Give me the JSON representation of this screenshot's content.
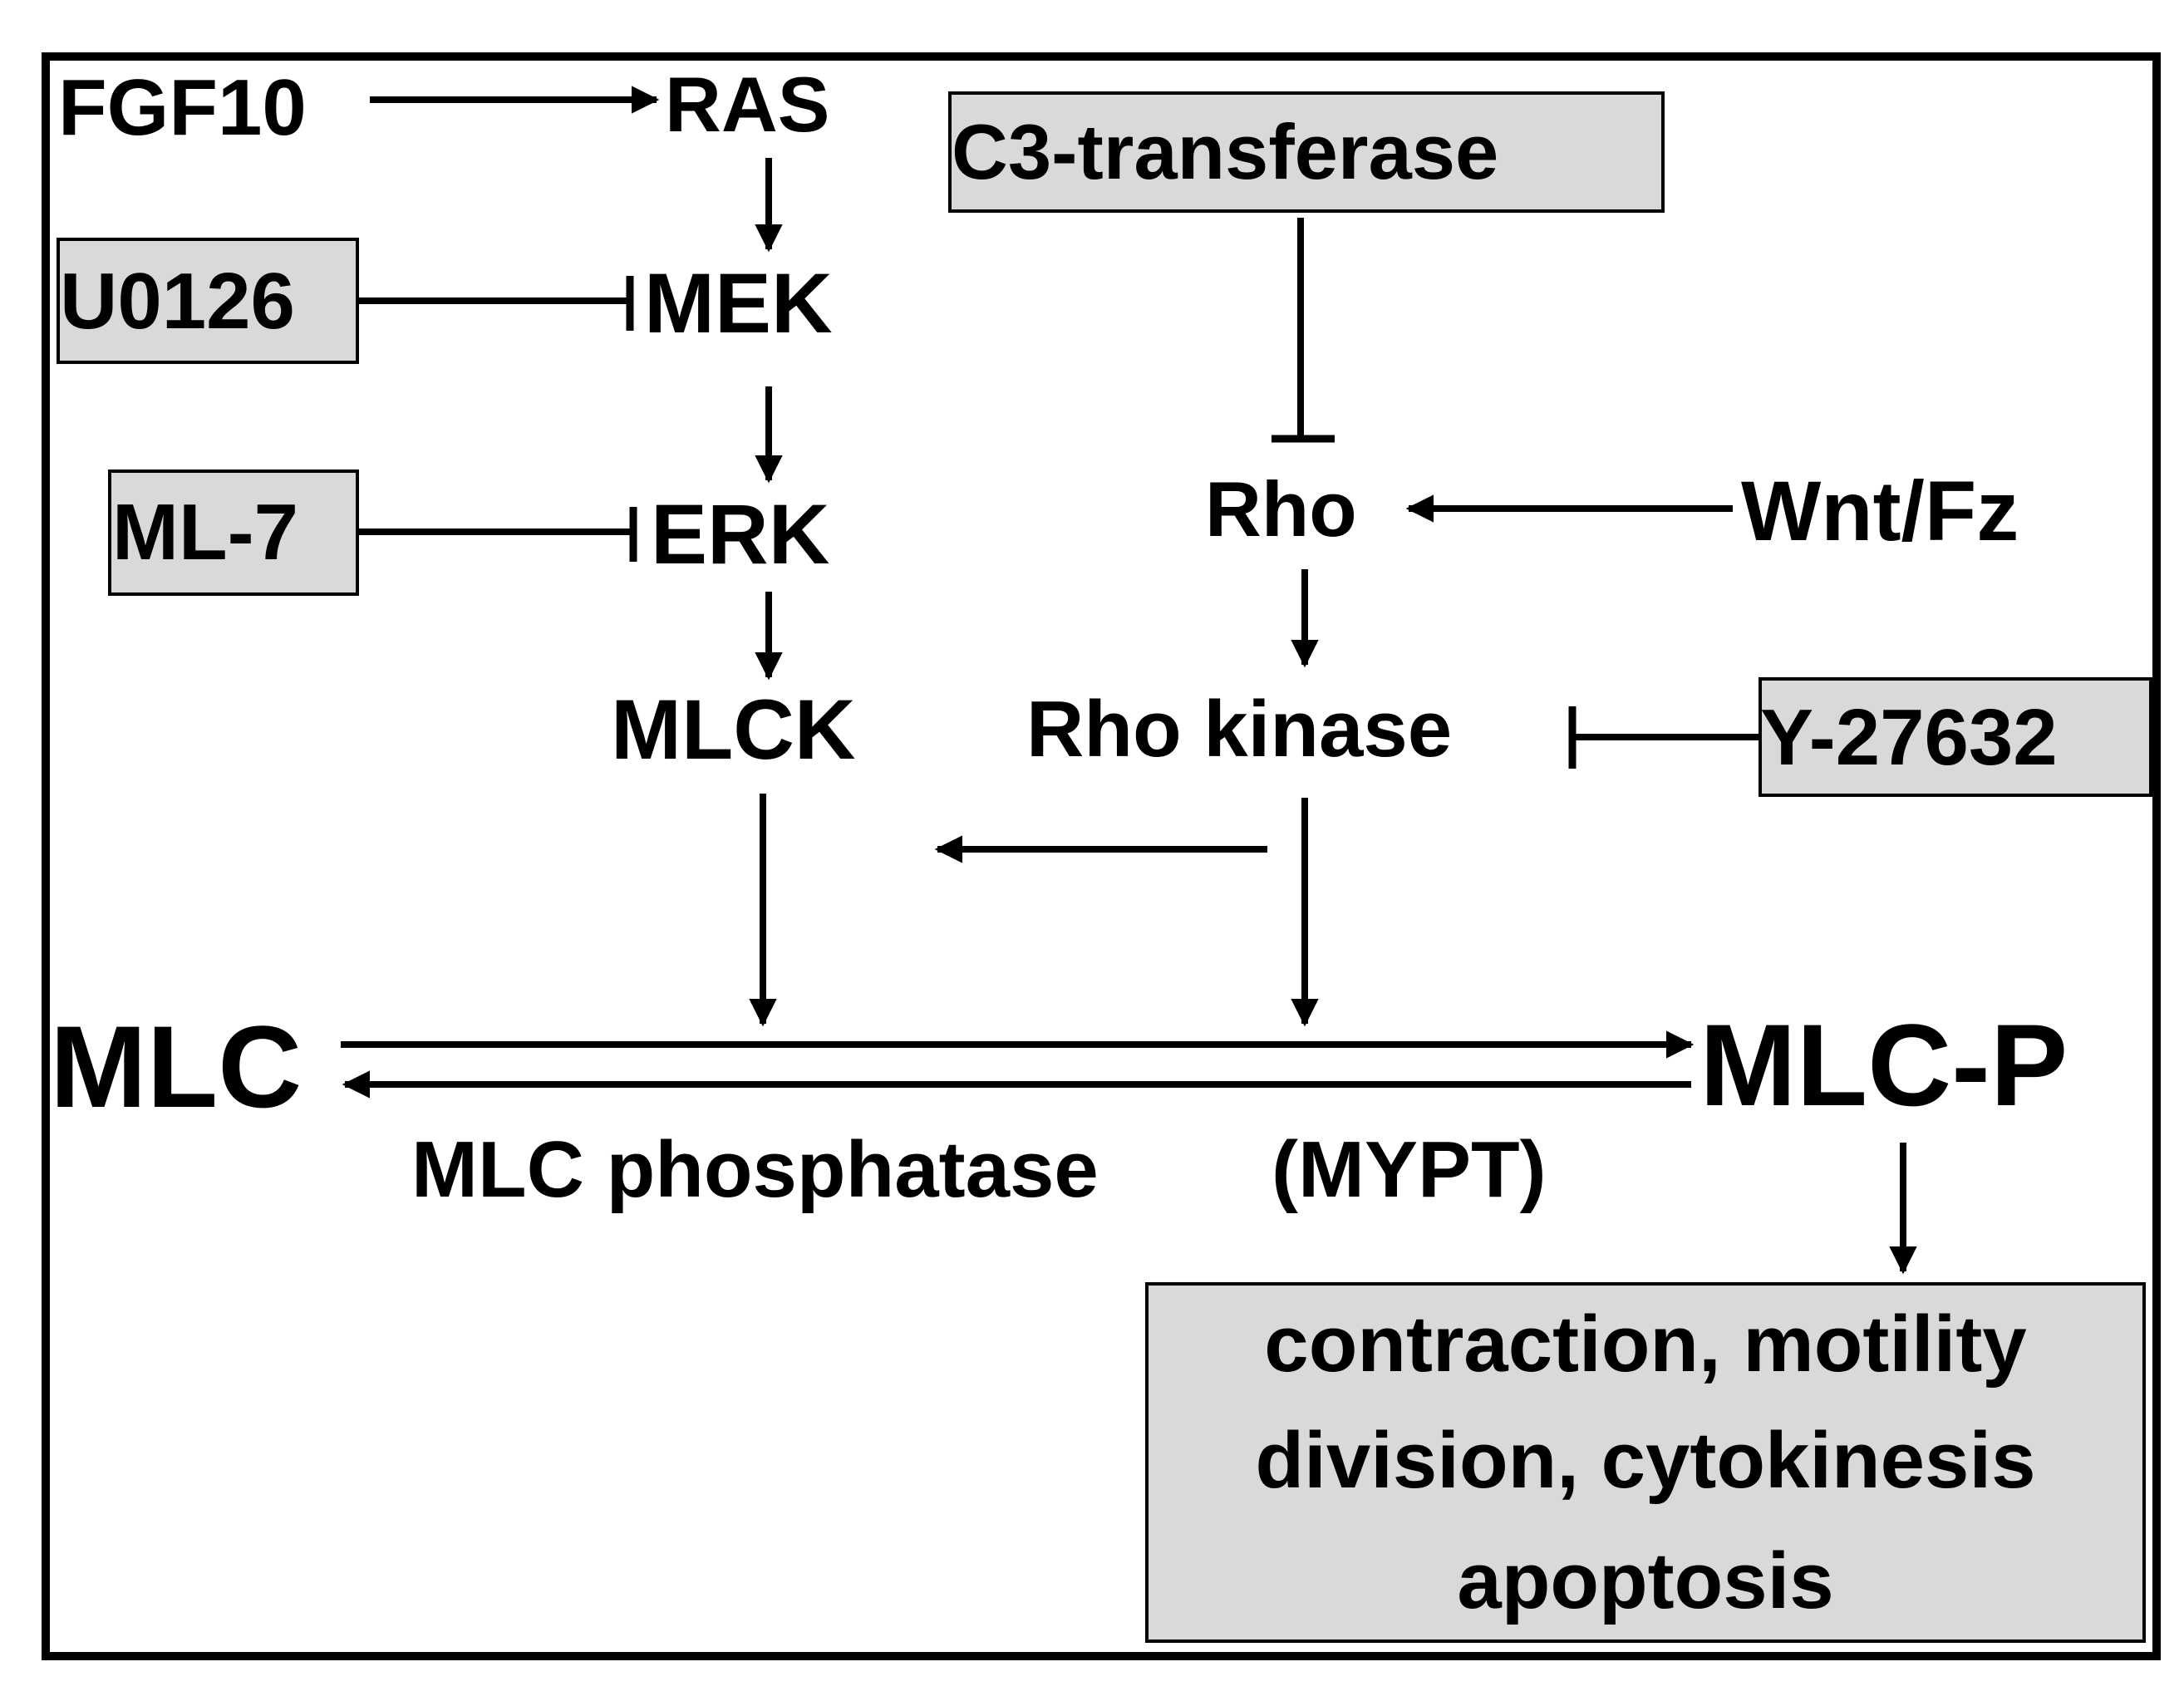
{
  "nodes": {
    "fgf10": "FGF10",
    "ras": "RAS",
    "mek": "MEK",
    "erk": "ERK",
    "mlck": "MLCK",
    "u0126": "U0126",
    "ml7": "ML-7",
    "c3_transferase": "C3-transferase",
    "rho": "Rho",
    "wnt_fz": "Wnt/Fz",
    "rho_kinase": "Rho kinase",
    "y27632": "Y-27632",
    "mlc": "MLC",
    "mlc_p": "MLC-P",
    "mlc_phosphatase": "MLC phosphatase",
    "mypt": "(MYPT)",
    "outcome_line1": "contraction, motility",
    "outcome_line2": "division, cytokinesis",
    "outcome_line3": "apoptosis"
  },
  "colors": {
    "inhibitor_box_fill": "#d9d9d9",
    "stroke": "#000000",
    "background": "#ffffff"
  }
}
